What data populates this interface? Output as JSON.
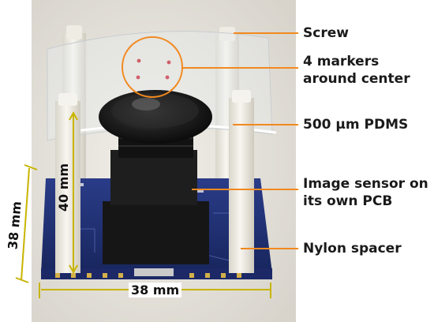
{
  "annotations": {
    "screw": "Screw",
    "markers_line1": "4 markers",
    "markers_line2": "around center",
    "pdms": "500 µm PDMS",
    "sensor_line1": "Image sensor on",
    "sensor_line2": "its own PCB",
    "spacer": "Nylon spacer"
  },
  "dimensions": {
    "width": "38 mm",
    "depth": "38 mm",
    "height": "40 mm"
  },
  "colors": {
    "callout_line": "#f2891f",
    "dimension_line": "#c8b400",
    "pcb": "#21337a",
    "lens_body": "#1b1b1b",
    "spacer": "#ebe8df"
  }
}
